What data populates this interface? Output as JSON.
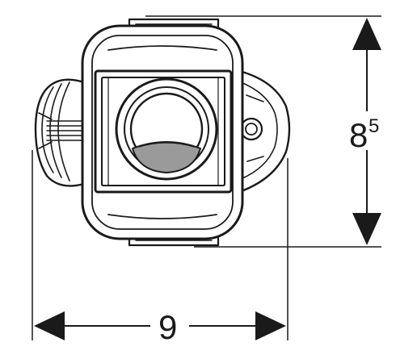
{
  "dimensions": {
    "height": {
      "main": "8",
      "superscript": "5"
    },
    "width": {
      "main": "9"
    }
  },
  "colors": {
    "line": "#1a1a1a",
    "body_fill": "#ffffff",
    "valve_fill": "#9a9a9a"
  }
}
